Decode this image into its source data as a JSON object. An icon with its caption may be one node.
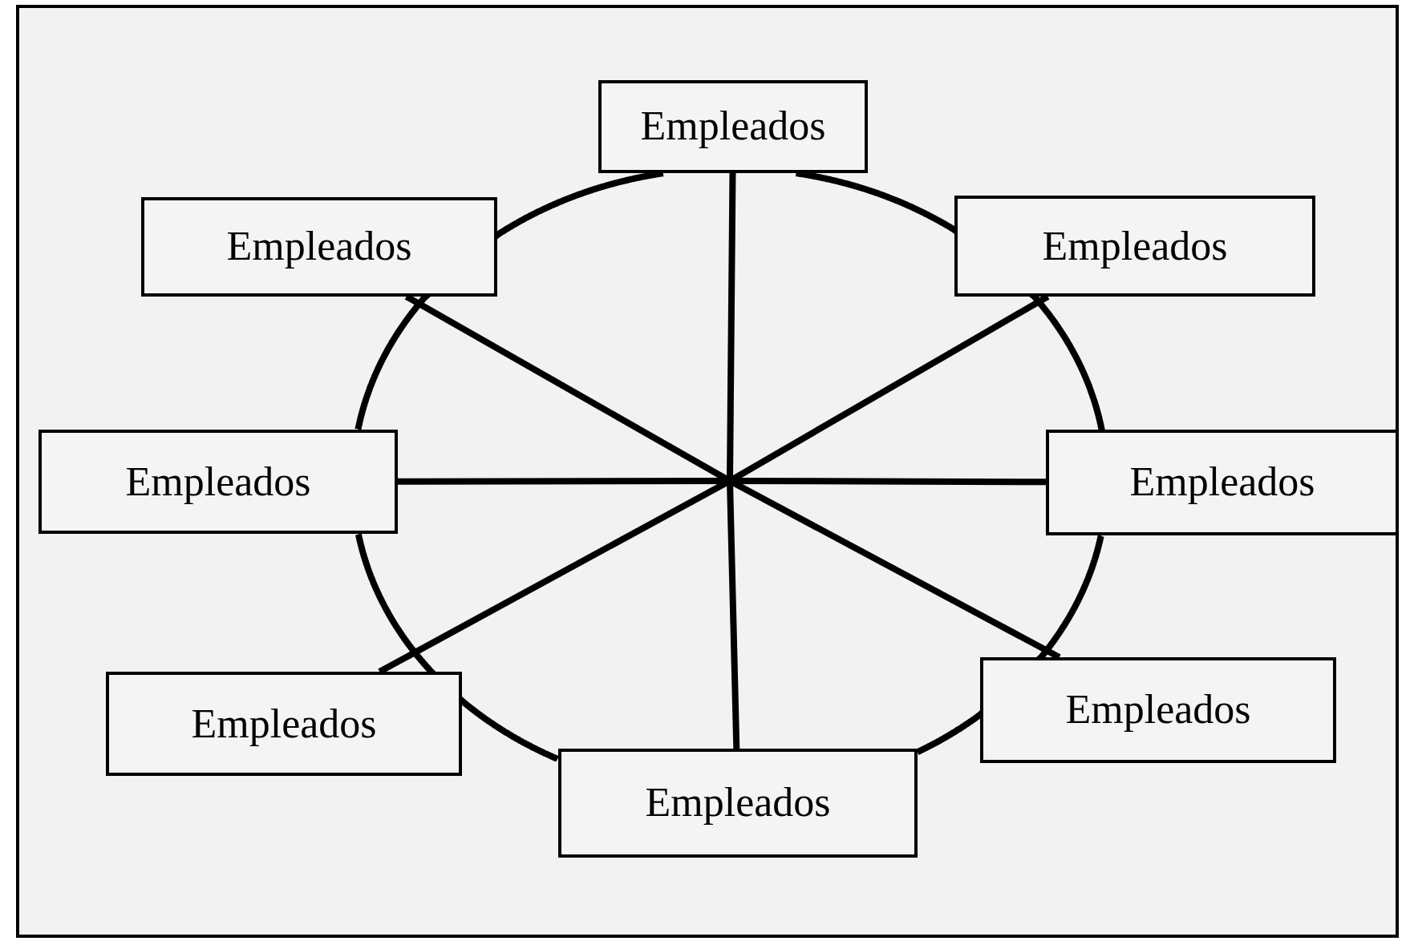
{
  "diagram": {
    "nodes": [
      {
        "text": [
          "Empleados"
        ]
      },
      {
        "text": [
          "Empleados"
        ]
      },
      {
        "text": [
          "Empleados"
        ]
      },
      {
        "text": [
          "Empleados"
        ]
      },
      {
        "text": [
          "Empleados"
        ]
      },
      {
        "text": [
          "Empleados"
        ]
      },
      {
        "text": [
          "Empleados"
        ]
      },
      {
        "text": [
          "Empleados"
        ]
      }
    ],
    "edges": [
      {
        "from": 0,
        "to": 7,
        "arrow": "none"
      },
      {
        "from": 3,
        "to": 4,
        "arrow": "none"
      },
      {
        "from": 1,
        "to": 6,
        "arrow": "none"
      },
      {
        "from": 2,
        "to": 5,
        "arrow": "none"
      },
      {
        "from": 0,
        "to": 2,
        "arrow": "none"
      },
      {
        "from": 2,
        "to": 4,
        "arrow": "none"
      },
      {
        "from": 4,
        "to": 6,
        "arrow": "none"
      },
      {
        "from": 6,
        "to": 7,
        "arrow": "none"
      },
      {
        "from": 7,
        "to": 5,
        "arrow": "none"
      },
      {
        "from": 5,
        "to": 3,
        "arrow": "none"
      },
      {
        "from": 3,
        "to": 1,
        "arrow": "none"
      },
      {
        "from": 1,
        "to": 0,
        "arrow": "none"
      }
    ]
  }
}
